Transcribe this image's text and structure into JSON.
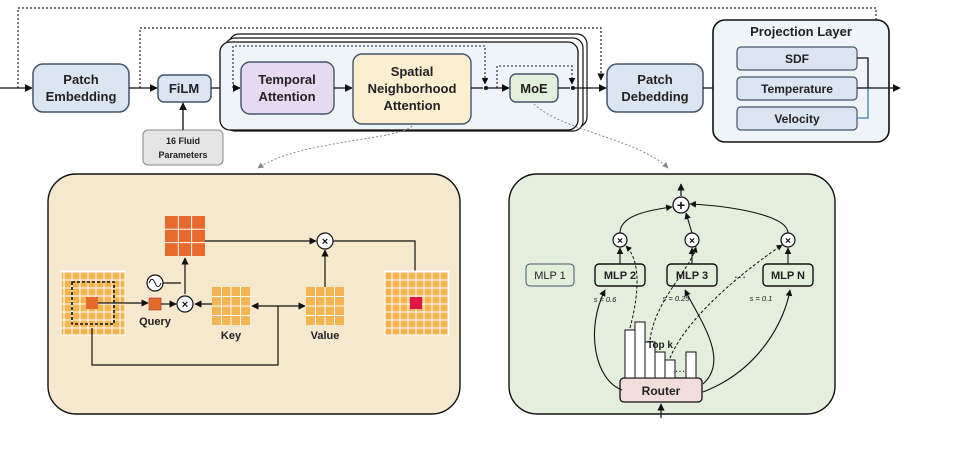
{
  "top": {
    "patch_embedding": [
      "Patch",
      "Embedding"
    ],
    "film": "FiLM",
    "fluid_params": [
      "16 Fluid",
      "Parameters"
    ],
    "temporal_attention": [
      "Temporal",
      "Attention"
    ],
    "spatial_attention": [
      "Spatial",
      "Neighborhood",
      "Attention"
    ],
    "moe": "MoE",
    "patch_debedding": [
      "Patch",
      "Debedding"
    ],
    "projection_layer": {
      "title": "Projection Layer",
      "items": [
        "SDF",
        "Temperature",
        "Velocity"
      ]
    }
  },
  "left_panel": {
    "query": "Query",
    "key": "Key",
    "value": "Value",
    "multiply_symbol": "×"
  },
  "right_panel": {
    "mlps": [
      "MLP 1",
      "MLP 2",
      "MLP 3",
      "MLP N"
    ],
    "ellipsis": "…",
    "router": "Router",
    "topk": "Top k",
    "scores": [
      "s = 0.6",
      "s = 0.25",
      "s = 0.1"
    ],
    "plus_symbol": "+",
    "multiply_symbol": "×"
  },
  "colors": {
    "blue_box": "#dbe5f1",
    "blue_border": "#44546a",
    "purple_box": "#e6d9f2",
    "yellow_box": "#fbefd0",
    "green_box": "#e2efda",
    "left_panel_bg": "#f6e8cc",
    "right_panel_bg": "#e3efdc",
    "orange_cell": "#f5b452",
    "dark_orange": "#e66a2c",
    "red_cell": "#e0184a"
  }
}
